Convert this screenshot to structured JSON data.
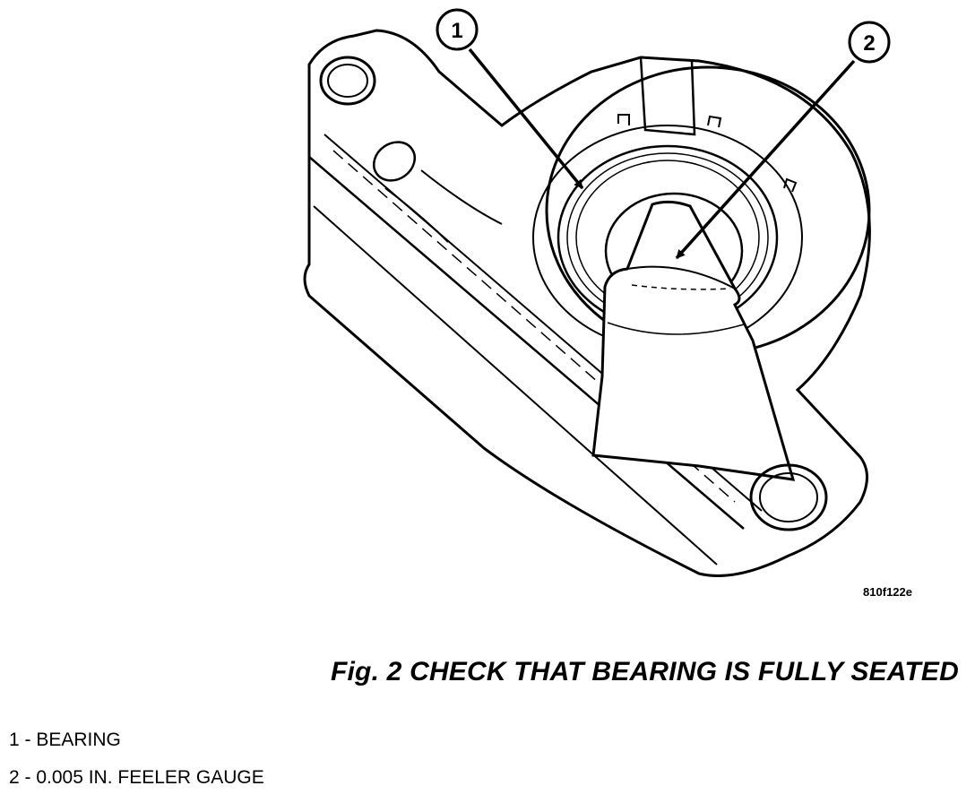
{
  "figure": {
    "code": "810f122e",
    "caption": "Fig. 2 CHECK THAT BEARING IS FULLY SEATED"
  },
  "callouts": [
    {
      "number": "1",
      "target": "bearing"
    },
    {
      "number": "2",
      "target": "feeler gauge"
    }
  ],
  "legend": [
    {
      "number": "1",
      "text": "1 - BEARING"
    },
    {
      "number": "2",
      "text": "2 - 0.005 IN. FEELER GAUGE"
    }
  ]
}
